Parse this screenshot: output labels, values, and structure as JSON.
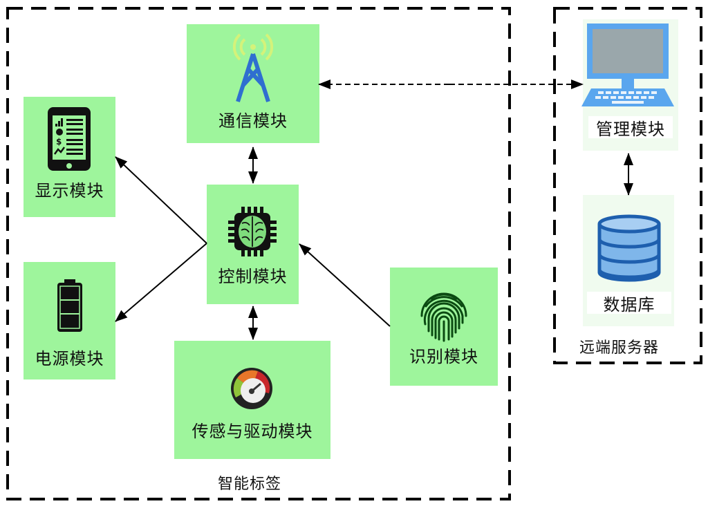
{
  "diagram": {
    "groups": {
      "smart_tag": {
        "label": "智能标签"
      },
      "remote_server": {
        "label": "远端服务器"
      }
    },
    "modules": {
      "communication": {
        "label": "通信模块",
        "icon": "cell-tower-icon"
      },
      "display": {
        "label": "显示模块",
        "icon": "tablet-dashboard-icon"
      },
      "control": {
        "label": "控制模块",
        "icon": "brain-chip-icon"
      },
      "power": {
        "label": "电源模块",
        "icon": "battery-icon"
      },
      "sensor_drive": {
        "label": "传感与驱动模块",
        "icon": "gauge-icon"
      },
      "recognition": {
        "label": "识别模块",
        "icon": "fingerprint-icon"
      },
      "management": {
        "label": "管理模块",
        "icon": "laptop-icon"
      },
      "database": {
        "label": "数据库",
        "icon": "database-icon"
      }
    },
    "connections": [
      {
        "from": "control",
        "to": "communication",
        "type": "bidirectional"
      },
      {
        "from": "control",
        "to": "display",
        "type": "directed"
      },
      {
        "from": "control",
        "to": "power",
        "type": "directed"
      },
      {
        "from": "control",
        "to": "sensor_drive",
        "type": "bidirectional"
      },
      {
        "from": "recognition",
        "to": "control",
        "type": "directed"
      },
      {
        "from": "communication",
        "to": "management",
        "type": "bidirectional-dashed"
      },
      {
        "from": "management",
        "to": "database",
        "type": "bidirectional"
      }
    ],
    "colors": {
      "module_fill": "#9ef59c",
      "remote_fill": "#f0fbef",
      "tower_blue": "#2f6fd0",
      "laptop_blue": "#5aa6ee",
      "db_blue": "#1e5fae"
    }
  }
}
